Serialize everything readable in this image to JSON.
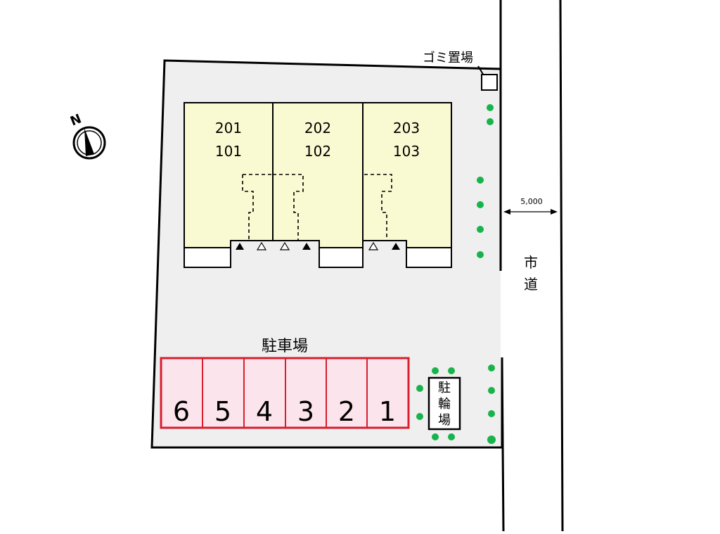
{
  "compass": {
    "label": "N"
  },
  "garbage": {
    "label": "ゴミ置場"
  },
  "road": {
    "label_1": "市",
    "label_2": "道",
    "width": "5,000"
  },
  "units": [
    {
      "upper": "201",
      "lower": "101"
    },
    {
      "upper": "202",
      "lower": "102"
    },
    {
      "upper": "203",
      "lower": "103"
    }
  ],
  "parking": {
    "title": "駐車場",
    "spaces": [
      "6",
      "5",
      "4",
      "3",
      "2",
      "1"
    ]
  },
  "bicycle": {
    "label_1": "駐",
    "label_2": "輪",
    "label_3": "場"
  },
  "colors": {
    "lot": "#efefef",
    "building": "#fafad2",
    "parking_fill": "#fce4ec",
    "parking_stroke": "#d81e2f",
    "hedge": "#16b44a"
  }
}
